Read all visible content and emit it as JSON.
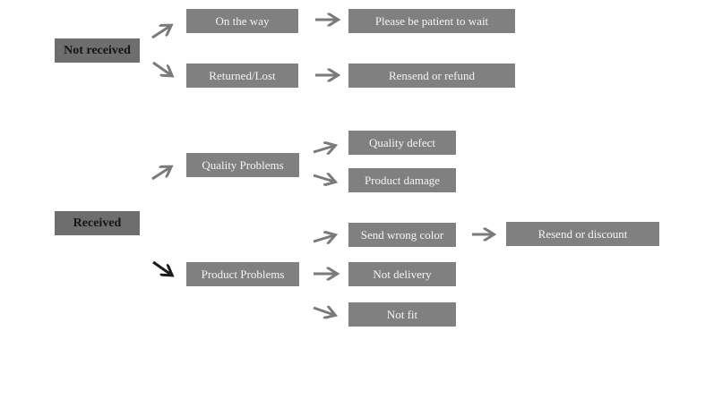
{
  "not_received": {
    "label": "Not received",
    "branches": {
      "on_the_way": {
        "label": "On the way",
        "result": "Please be patient to wait"
      },
      "returned_lost": {
        "label": "Returned/Lost",
        "result": "Rensend or refund"
      }
    }
  },
  "received": {
    "label": "Received",
    "quality_problems": {
      "label": "Quality Problems",
      "items": [
        "Quality defect",
        "Product damage"
      ]
    },
    "product_problems": {
      "label": "Product Problems",
      "items": [
        "Send wrong color",
        "Not delivery",
        "Not fit"
      ],
      "wrong_color_result": "Resend or discount"
    }
  },
  "colors": {
    "box": "#808080",
    "root_box": "#6e6e6e",
    "arrow": "#7a7a7a",
    "arrow_dark": "#1a1a1a"
  }
}
